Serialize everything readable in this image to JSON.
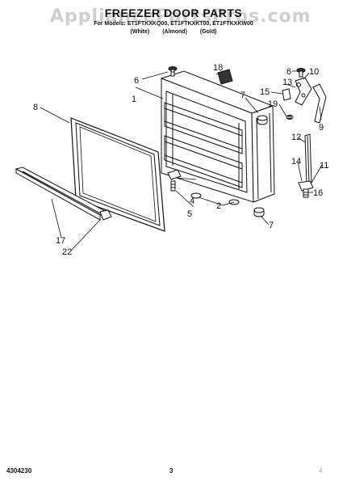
{
  "header": {
    "watermark": "AppliancePartsPros.com",
    "title": "FREEZER DOOR PARTS",
    "subtitle": "For Models: ET1FTKXKQ00, ET1FTKXKT00, ET1FTKXKW00",
    "colors": [
      "(White)",
      "(Almond)",
      "(Gold)"
    ]
  },
  "callouts": [
    "1",
    "2",
    "4",
    "5",
    "6",
    "7",
    "8",
    "9",
    "10",
    "11",
    "12",
    "13",
    "14",
    "15",
    "16",
    "17",
    "18",
    "19",
    "22"
  ],
  "footer": {
    "doc_number": "4304230",
    "page": "3",
    "mark": "4"
  }
}
